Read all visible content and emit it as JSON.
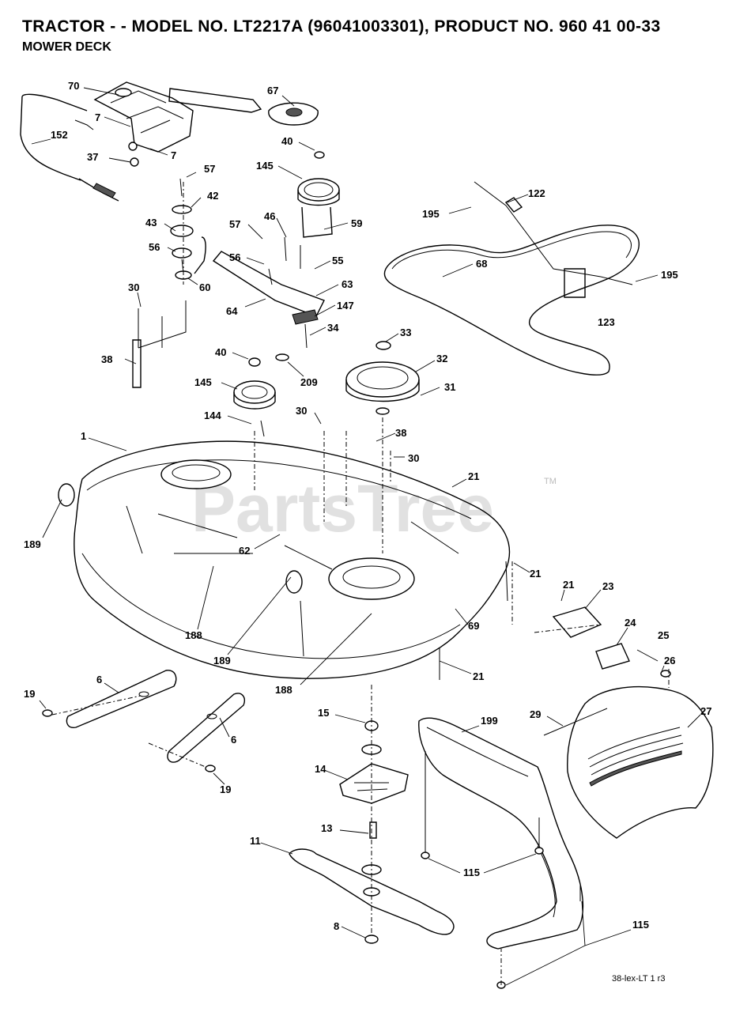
{
  "header": {
    "title": "TRACTOR - - MODEL NO. LT2217A (96041003301), PRODUCT NO. 960 41 00-33",
    "subtitle": "MOWER DECK"
  },
  "watermark": {
    "text": "PartsTree",
    "trademark": "TM"
  },
  "footer": {
    "code": "38-lex-LT 1 r3"
  },
  "callouts": [
    {
      "id": "c70",
      "text": "70"
    },
    {
      "id": "c67",
      "text": "67"
    },
    {
      "id": "c7a",
      "text": "7"
    },
    {
      "id": "c152",
      "text": "152"
    },
    {
      "id": "c7b",
      "text": "7"
    },
    {
      "id": "c37",
      "text": "37"
    },
    {
      "id": "c40a",
      "text": "40"
    },
    {
      "id": "c145a",
      "text": "145"
    },
    {
      "id": "c57a",
      "text": "57"
    },
    {
      "id": "c42",
      "text": "42"
    },
    {
      "id": "c43",
      "text": "43"
    },
    {
      "id": "c46",
      "text": "46"
    },
    {
      "id": "c57b",
      "text": "57"
    },
    {
      "id": "c59",
      "text": "59"
    },
    {
      "id": "c56a",
      "text": "56"
    },
    {
      "id": "c56b",
      "text": "56"
    },
    {
      "id": "c55",
      "text": "55"
    },
    {
      "id": "c60",
      "text": "60"
    },
    {
      "id": "c63",
      "text": "63"
    },
    {
      "id": "c64",
      "text": "64"
    },
    {
      "id": "c147",
      "text": "147"
    },
    {
      "id": "c30a",
      "text": "30"
    },
    {
      "id": "c34",
      "text": "34"
    },
    {
      "id": "c33",
      "text": "33"
    },
    {
      "id": "c38a",
      "text": "38"
    },
    {
      "id": "c40b",
      "text": "40"
    },
    {
      "id": "c209",
      "text": "209"
    },
    {
      "id": "c32",
      "text": "32"
    },
    {
      "id": "c145b",
      "text": "145"
    },
    {
      "id": "c31",
      "text": "31"
    },
    {
      "id": "c195a",
      "text": "195"
    },
    {
      "id": "c122",
      "text": "122"
    },
    {
      "id": "c68",
      "text": "68"
    },
    {
      "id": "c195b",
      "text": "195"
    },
    {
      "id": "c123",
      "text": "123"
    },
    {
      "id": "c144",
      "text": "144"
    },
    {
      "id": "c30b",
      "text": "30"
    },
    {
      "id": "c38b",
      "text": "38"
    },
    {
      "id": "c30c",
      "text": "30"
    },
    {
      "id": "c1",
      "text": "1"
    },
    {
      "id": "c21a",
      "text": "21"
    },
    {
      "id": "c189a",
      "text": "189"
    },
    {
      "id": "c62",
      "text": "62"
    },
    {
      "id": "c21b",
      "text": "21"
    },
    {
      "id": "c21c",
      "text": "21"
    },
    {
      "id": "c23",
      "text": "23"
    },
    {
      "id": "c188a",
      "text": "188"
    },
    {
      "id": "c189b",
      "text": "189"
    },
    {
      "id": "c69",
      "text": "69"
    },
    {
      "id": "c24",
      "text": "24"
    },
    {
      "id": "c25",
      "text": "25"
    },
    {
      "id": "c26",
      "text": "26"
    },
    {
      "id": "c21d",
      "text": "21"
    },
    {
      "id": "c188b",
      "text": "188"
    },
    {
      "id": "c6a",
      "text": "6"
    },
    {
      "id": "c19a",
      "text": "19"
    },
    {
      "id": "c15",
      "text": "15"
    },
    {
      "id": "c199",
      "text": "199"
    },
    {
      "id": "c29",
      "text": "29"
    },
    {
      "id": "c27",
      "text": "27"
    },
    {
      "id": "c6b",
      "text": "6"
    },
    {
      "id": "c14",
      "text": "14"
    },
    {
      "id": "c19b",
      "text": "19"
    },
    {
      "id": "c11",
      "text": "11"
    },
    {
      "id": "c13",
      "text": "13"
    },
    {
      "id": "c115a",
      "text": "115"
    },
    {
      "id": "c8",
      "text": "8"
    },
    {
      "id": "c115b",
      "text": "115"
    }
  ]
}
